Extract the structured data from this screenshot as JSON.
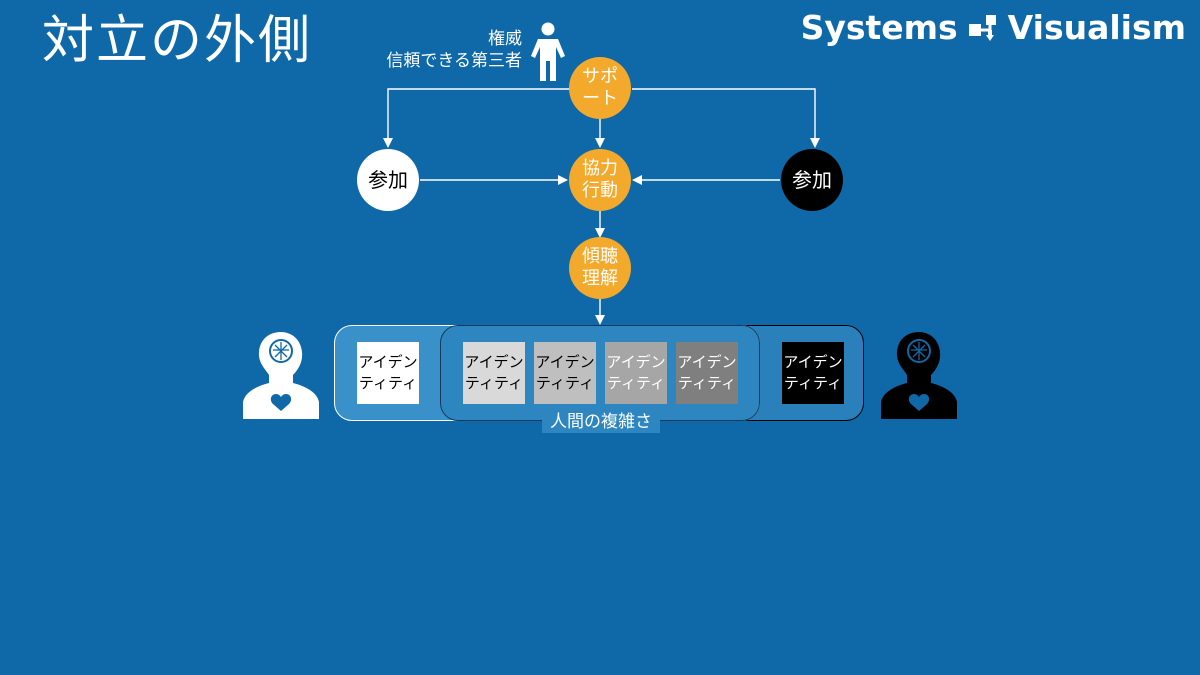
{
  "title": "対立の外側",
  "brand": {
    "left": "Systems",
    "right": "Visualism",
    "icon": "systems-visualism-logo-icon"
  },
  "authority": {
    "line1": "権威",
    "line2": "信頼できる第三者",
    "icon": "standing-person-icon"
  },
  "nodes": {
    "support": {
      "line1": "サポ",
      "line2": "ート"
    },
    "participate_left": "参加",
    "participate_right": "参加",
    "cooperate": {
      "line1": "協力",
      "line2": "行動"
    },
    "listen": {
      "line1": "傾聴",
      "line2": "理解"
    }
  },
  "identities": [
    {
      "line1": "アイデン",
      "line2": "ティティ",
      "fill": "#ffffff",
      "text": "#000000"
    },
    {
      "line1": "アイデン",
      "line2": "ティティ",
      "fill": "#d9d9d9",
      "text": "#000000"
    },
    {
      "line1": "アイデン",
      "line2": "ティティ",
      "fill": "#bfbfbf",
      "text": "#000000"
    },
    {
      "line1": "アイデン",
      "line2": "ティティ",
      "fill": "#a6a6a6",
      "text": "#ffffff"
    },
    {
      "line1": "アイデン",
      "line2": "ティティ",
      "fill": "#7f7f7f",
      "text": "#ffffff"
    },
    {
      "line1": "アイデン",
      "line2": "ティティ",
      "fill": "#000000",
      "text": "#ffffff"
    }
  ],
  "complexity_label": "人間の複雑さ",
  "people": {
    "left_icon": "person-brain-heart-icon-white",
    "right_icon": "person-brain-heart-icon-black"
  },
  "colors": {
    "background": "#0f69a8",
    "accent": "#f3a92b"
  }
}
